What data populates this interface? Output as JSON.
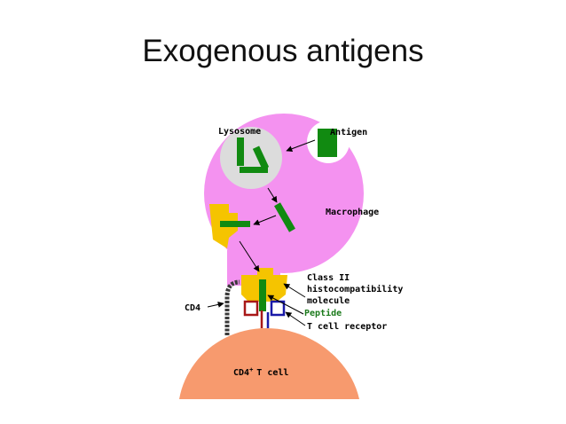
{
  "slide": {
    "title": "Exogenous antigens"
  },
  "diagram": {
    "labels": {
      "lysosome": "Lysosome",
      "antigen": "Antigen",
      "macrophage": "Macrophage",
      "class_ii_line1": "Class II",
      "class_ii_line2": "histocompatibility",
      "class_ii_line3": "molecule",
      "peptide": "Peptide",
      "cd4": "CD4",
      "t_cell_receptor": "T cell receptor",
      "cd4_t_cell_prefix": "CD4",
      "cd4_t_cell_sup": "+",
      "cd4_t_cell_suffix": "T cell"
    },
    "colors": {
      "macrophage": "#f492f0",
      "lysosome": "#dcdcdc",
      "antigen": "#118a11",
      "mhc": "#f5c400",
      "t_cell": "#f79a6e",
      "tcr_red": "#a81818",
      "tcr_blue": "#1a1aa8",
      "cd4_chain": "#3a3a3a"
    }
  }
}
